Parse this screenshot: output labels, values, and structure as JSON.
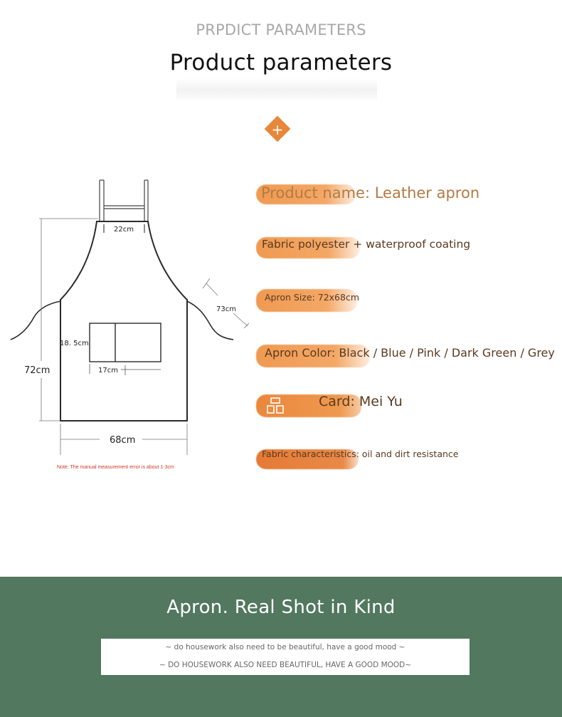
{
  "header": {
    "subtitle": "PRPDICT PARAMETERS",
    "title": "Product parameters",
    "divider_icon": "plus-icon"
  },
  "diagram": {
    "strap_width": "22cm",
    "tie_length": "73cm",
    "pocket_height": "18. 5cm",
    "pocket_width": "17cm",
    "height": "72cm",
    "width": "68cm",
    "note": "Note: The manual measurement error is about 1-3cm"
  },
  "params": {
    "product_name": "Product name: Leather apron",
    "fabric": "Fabric polyester + waterproof coating",
    "size": "Apron Size: 72x68cm",
    "color": "Apron Color: Black / Blue / Pink / Dark Green / Grey",
    "card": "Card: Mei Yu",
    "card_icon": "brand-icon",
    "characteristics": "Fabric characteristics: oil and dirt resistance"
  },
  "colors": {
    "accent": "#e8863a",
    "band": "#52785f"
  },
  "banner": {
    "title": "Apron. Real Shot in Kind",
    "line1": "~ do housework also need to be beautiful, have a good mood ~",
    "line2": "~ DO HOUSEWORK ALSO NEED BEAUTIFUL, HAVE A GOOD MOOD~"
  }
}
